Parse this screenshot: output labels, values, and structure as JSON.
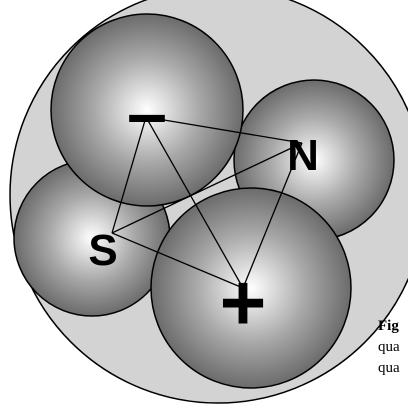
{
  "diagram": {
    "colors": {
      "outer_circle_fill": "#d3d3d3",
      "outer_circle_stroke": "#000000",
      "sphere_light": "#ffffff",
      "sphere_mid": "#a8a8a8",
      "sphere_dark": "#6b6b6b",
      "connector_lines": "#000000"
    },
    "spheres": [
      {
        "id": "minus",
        "symbol": "–"
      },
      {
        "id": "north",
        "symbol": "N"
      },
      {
        "id": "south",
        "symbol": "S"
      },
      {
        "id": "plus",
        "symbol": "+"
      }
    ],
    "connections": [
      [
        "minus",
        "north"
      ],
      [
        "minus",
        "south"
      ],
      [
        "minus",
        "plus"
      ],
      [
        "north",
        "south"
      ],
      [
        "north",
        "plus"
      ],
      [
        "south",
        "plus"
      ]
    ]
  },
  "caption": {
    "label": "Fig",
    "line2": "qua",
    "line3": "qua"
  }
}
